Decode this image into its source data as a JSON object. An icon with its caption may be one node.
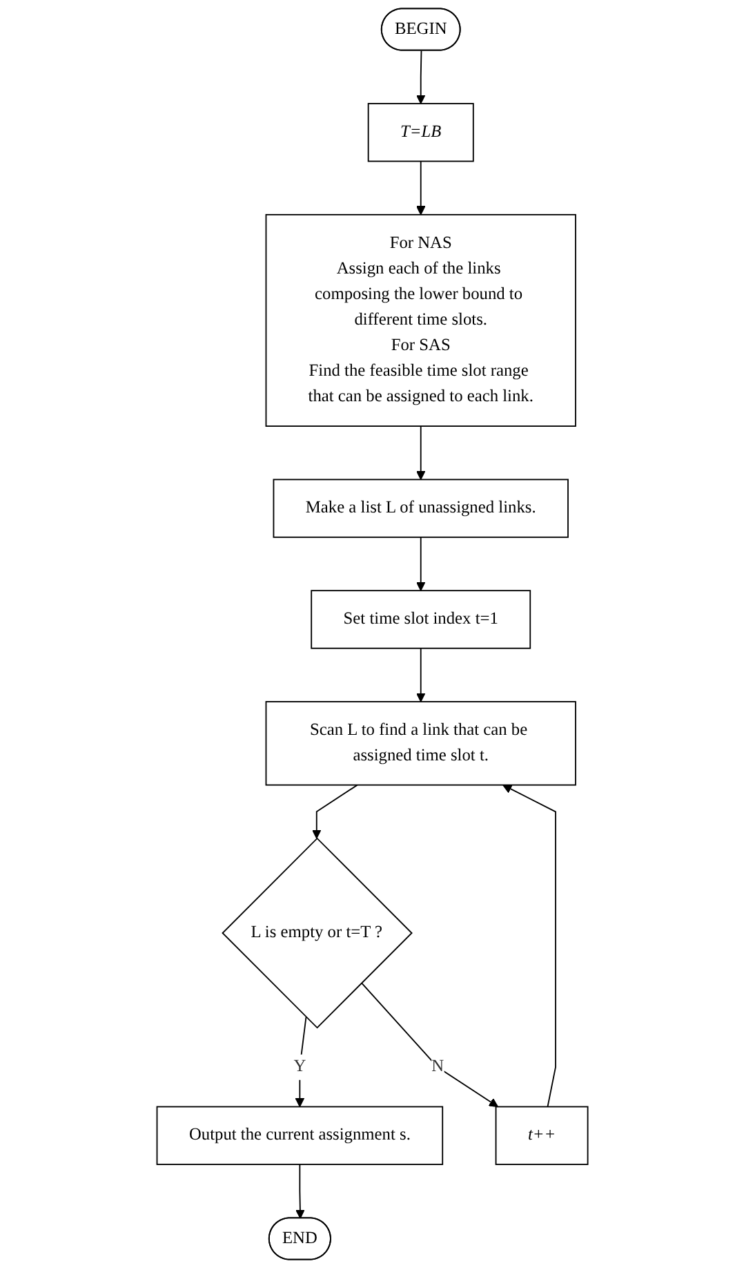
{
  "diagram": {
    "nodes": [
      {
        "text": [
          "BEGIN"
        ]
      },
      {
        "text": [
          "T=LB"
        ]
      },
      {
        "text": [
          "For NAS",
          "Assign each of the links composing the lower bound to different time slots.",
          "For SAS",
          "Find the feasible time slot range that can be assigned to each link."
        ]
      },
      {
        "text": [
          "Make a list L of unassigned links."
        ]
      },
      {
        "text": [
          "Set time slot index t=1"
        ]
      },
      {
        "text": [
          "Scan L to find a link that can be assigned time slot t."
        ]
      },
      {
        "text": [
          "L is empty or t=T ?"
        ]
      },
      {
        "text": [
          "t++"
        ]
      },
      {
        "text": [
          "Output the current assignment s."
        ]
      },
      {
        "text": [
          "END"
        ]
      }
    ],
    "edges": [
      {
        "from": 0,
        "to": 1,
        "arrow": "to"
      },
      {
        "from": 1,
        "to": 2,
        "arrow": "to"
      },
      {
        "from": 2,
        "to": 3,
        "arrow": "to"
      },
      {
        "from": 3,
        "to": 4,
        "arrow": "to"
      },
      {
        "from": 4,
        "to": 5,
        "arrow": "to"
      },
      {
        "from": 5,
        "to": 6,
        "arrow": "to"
      },
      {
        "from": 6,
        "to": 8,
        "arrow": "to",
        "label": "Y"
      },
      {
        "from": 6,
        "to": 7,
        "arrow": "to",
        "label": "N"
      },
      {
        "from": 7,
        "to": 5,
        "arrow": "to"
      },
      {
        "from": 8,
        "to": 9,
        "arrow": "to"
      }
    ]
  }
}
